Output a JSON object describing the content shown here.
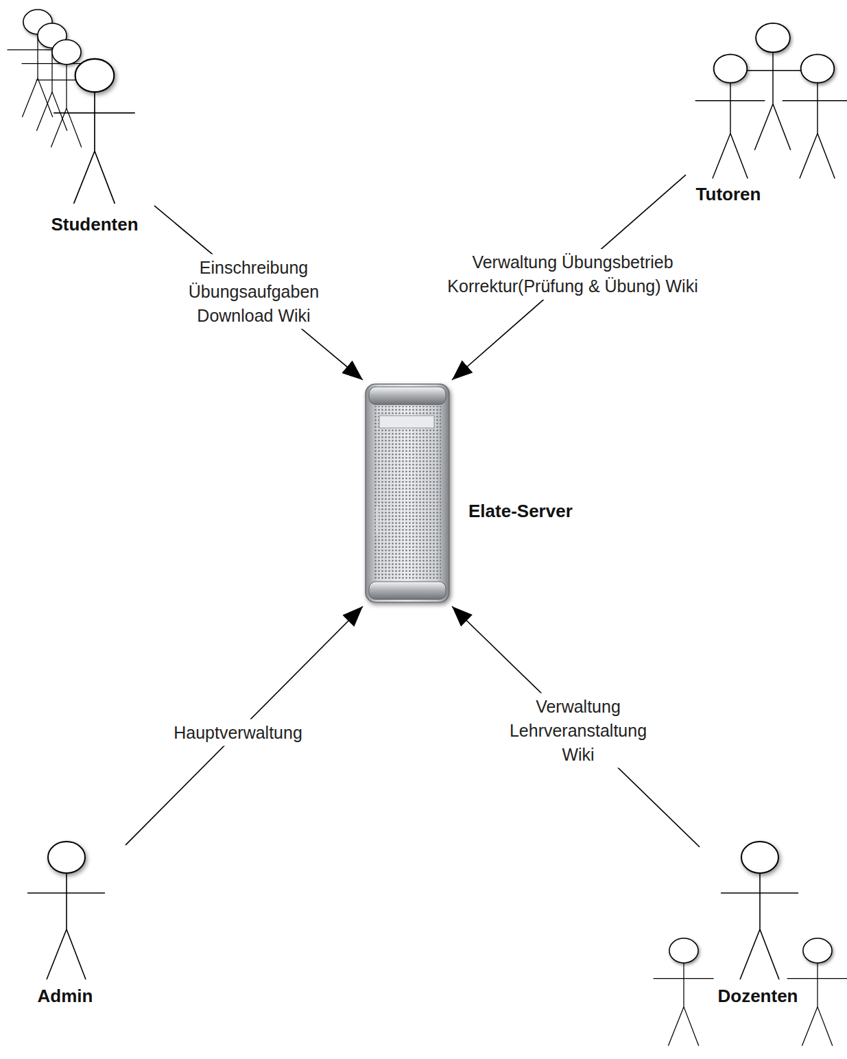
{
  "diagram": {
    "nodes": [
      {
        "text": [
          "Studenten"
        ]
      },
      {
        "text": [
          "Tutoren"
        ]
      },
      {
        "text": [
          "Elate-Server"
        ]
      },
      {
        "text": [
          "Admin"
        ]
      },
      {
        "text": [
          "Dozenten"
        ]
      }
    ],
    "edges": [
      {
        "from": 0,
        "to": 2,
        "arrow": "to",
        "label": "Einschreibung Übungsaufgaben Download Wiki"
      },
      {
        "from": 1,
        "to": 2,
        "arrow": "to",
        "label": "Verwaltung Übungsbetrieb Korrektur(Prüfung & Übung) Wiki"
      },
      {
        "from": 3,
        "to": 2,
        "arrow": "to",
        "label": "Hauptverwaltung"
      },
      {
        "from": 4,
        "to": 2,
        "arrow": "to",
        "label": "Verwaltung Lehrveranstaltung Wiki"
      }
    ]
  }
}
